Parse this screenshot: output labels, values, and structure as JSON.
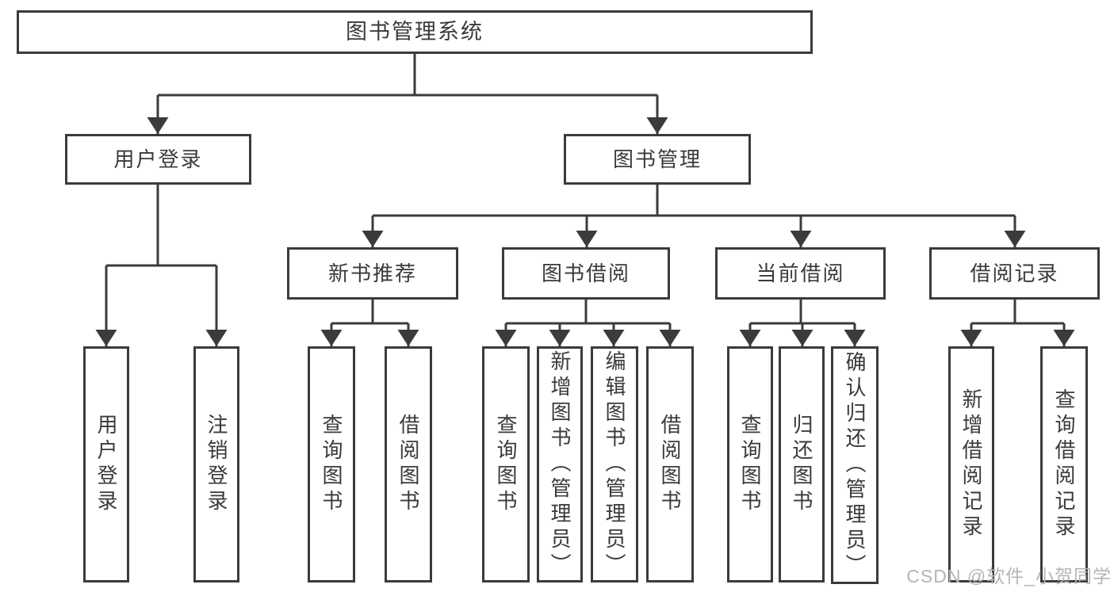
{
  "diagram": {
    "type": "hierarchy-tree",
    "line_color": "#3b3b3b",
    "box_border_color": "#3b3b3b",
    "text_color": "#3a3a3a",
    "background_color": "#ffffff"
  },
  "tree": {
    "label": "图书管理系统",
    "children": [
      {
        "label": "用户登录",
        "children": [
          {
            "label": "用户登录"
          },
          {
            "label": "注销登录"
          }
        ]
      },
      {
        "label": "图书管理",
        "children": [
          {
            "label": "新书推荐",
            "children": [
              {
                "label": "查询图书"
              },
              {
                "label": "借阅图书"
              }
            ]
          },
          {
            "label": "图书借阅",
            "children": [
              {
                "label": "查询图书"
              },
              {
                "label": "新增图书（管理员）"
              },
              {
                "label": "编辑图书（管理员）"
              },
              {
                "label": "借阅图书"
              }
            ]
          },
          {
            "label": "当前借阅",
            "children": [
              {
                "label": "查询图书"
              },
              {
                "label": "归还图书"
              },
              {
                "label": "确认归还（管理员）"
              }
            ]
          },
          {
            "label": "借阅记录",
            "children": [
              {
                "label": "新增借阅记录"
              },
              {
                "label": "查询借阅记录"
              }
            ]
          }
        ]
      }
    ]
  },
  "watermark": {
    "text": "CSDN @软件_小贺同学",
    "color": "#b5b5b5"
  }
}
